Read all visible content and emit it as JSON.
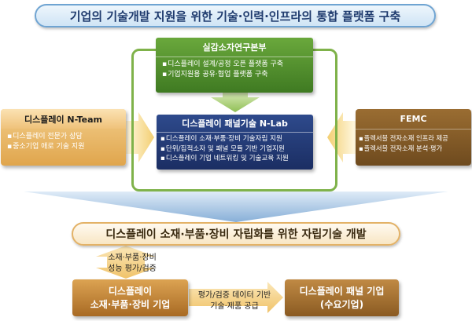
{
  "title": "기업의 기술개발 지원을 위한 기술·인력·인프라의 통합 플랫폼 구축",
  "center_top": {
    "heading": "실감소자연구본부",
    "items": [
      "디스플레이 설계/공정 오픈 플랫폼 구축",
      "기업지원용 공유·협업 플랫폼 구축"
    ]
  },
  "center_main": {
    "heading": "디스플레이 패널기술 N-Lab",
    "items": [
      "디스플레이 소재·부품·장비 기술자립 지원",
      "단위/집적소자 및 패널 모듈 기반 기업지원",
      "디스플레이 기업 네트워킹 및 기술교육 지원"
    ]
  },
  "left_box": {
    "heading": "디스플레이 N-Team",
    "items": [
      "디스플레이 전문가 상담",
      "중소기업 애로 기술 지원"
    ]
  },
  "right_box": {
    "heading": "FEMC",
    "items": [
      "플렉서블 전자소재 인프라 제공",
      "플렉서블 전자소재 분석·평가"
    ]
  },
  "goal_banner": "디스플레이 소재·부품·장비 자립화를 위한 자립기술 개발",
  "eval_label": {
    "line1": "소재·부품·장비",
    "line2": "성능 평가/검증"
  },
  "material_box": {
    "line1": "디스플레이",
    "line2": "소재·부품·장비 기업"
  },
  "data_label": {
    "line1": "평가/검증 데이터 기반",
    "line2": "기술·제품 공급"
  },
  "panel_box": {
    "line1": "디스플레이 패널 기업",
    "line2": "(수요기업)"
  },
  "colors": {
    "green": "#4f8d2d",
    "navy": "#22386f",
    "orange": "#e0a54c",
    "brown": "#7c5424",
    "arrow_yellow": "#f4d27a",
    "arrow_blue": "#a9c7e6"
  }
}
